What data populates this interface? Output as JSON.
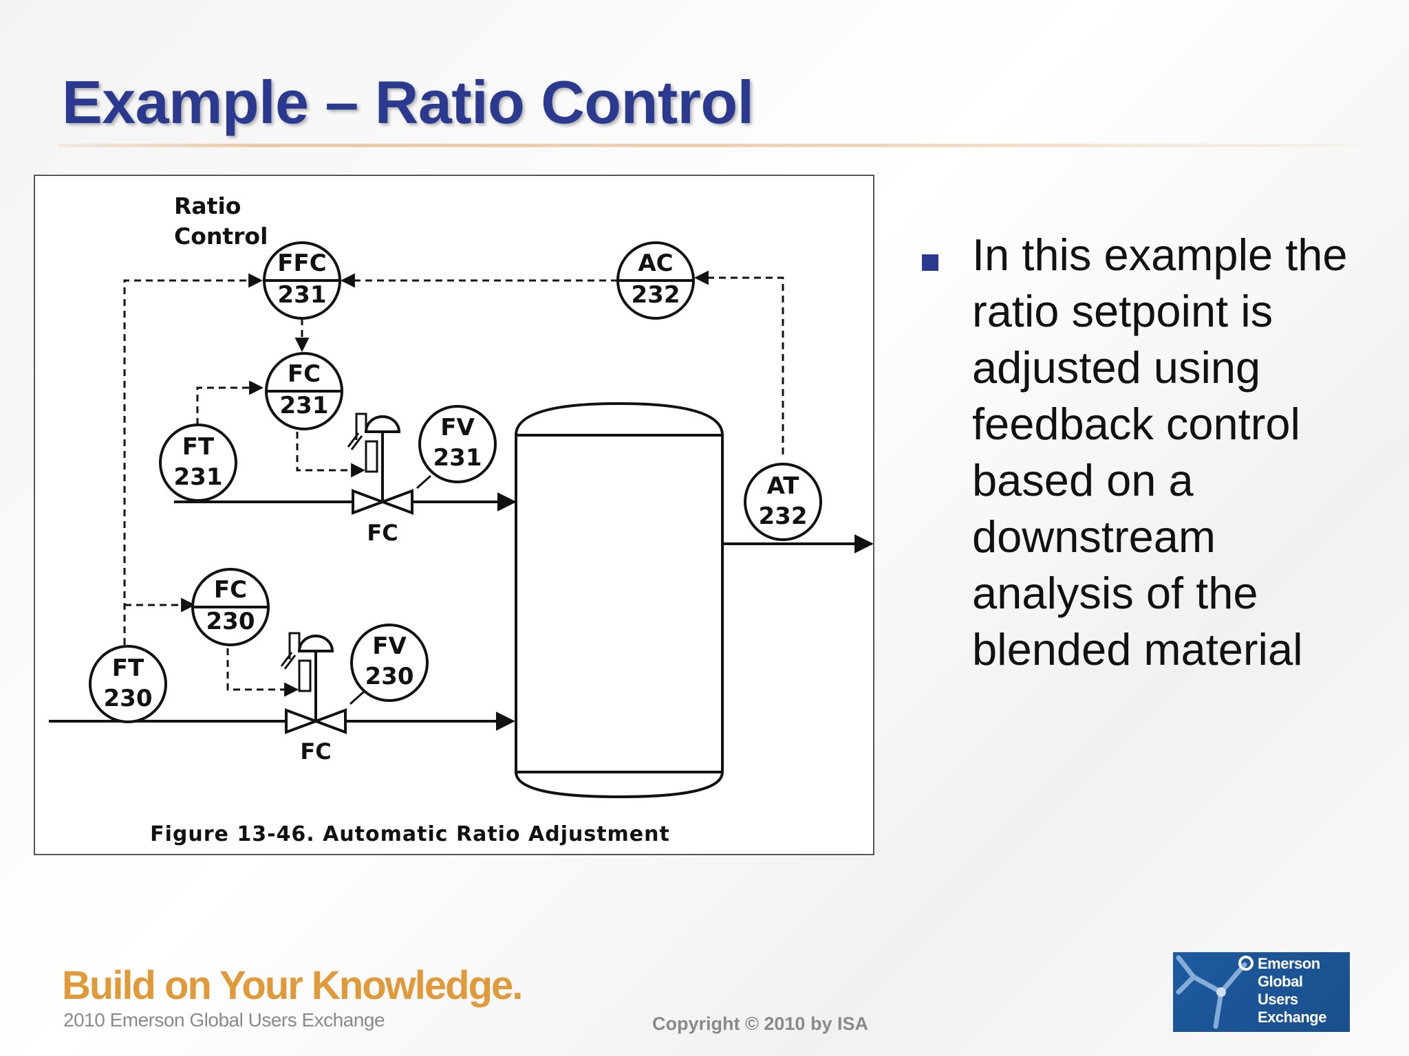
{
  "slide": {
    "title": "Example – Ratio Control",
    "bullets": [
      "In this example the ratio setpoint is adjusted using feedback control based on a downstream analysis of the blended material"
    ]
  },
  "figure": {
    "caption": "Figure 13-46. Automatic Ratio Adjustment",
    "ratio_label_line1": "Ratio",
    "ratio_label_line2": "Control",
    "instruments": {
      "ffc231": {
        "tag": "FFC",
        "num": "231"
      },
      "ac232": {
        "tag": "AC",
        "num": "232"
      },
      "fc231": {
        "tag": "FC",
        "num": "231"
      },
      "ft231": {
        "tag": "FT",
        "num": "231"
      },
      "fv231": {
        "tag": "FV",
        "num": "231"
      },
      "at232": {
        "tag": "AT",
        "num": "232"
      },
      "fc230": {
        "tag": "FC",
        "num": "230"
      },
      "fv230": {
        "tag": "FV",
        "num": "230"
      },
      "ft230": {
        "tag": "FT",
        "num": "230"
      }
    },
    "valve_upper_label": "FC",
    "valve_lower_label": "FC"
  },
  "footer": {
    "tagline": "Build on Your Knowledge.",
    "subline": "2010 Emerson Global Users Exchange",
    "copyright": "Copyright © 2010 by ISA"
  },
  "logo": {
    "line1": "Emerson",
    "line2": "Global",
    "line3": "Users",
    "line4": "Exchange"
  },
  "colors": {
    "title": "#2b3a8f",
    "bullet_marker": "#2b3a8f",
    "tagline": "#e09a3a",
    "logo_bg": "#1d5a9e"
  }
}
